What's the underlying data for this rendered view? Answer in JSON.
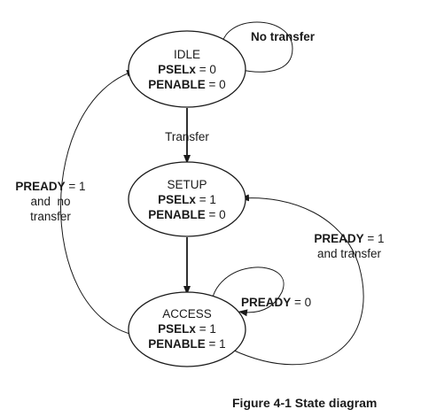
{
  "states": {
    "idle": {
      "name": "IDLE",
      "line1_signal": "PSELx",
      "line1_value": " = 0",
      "line2_signal": "PENABLE",
      "line2_value": " = 0"
    },
    "setup": {
      "name": "SETUP",
      "line1_signal": "PSELx",
      "line1_value": " = 1",
      "line2_signal": "PENABLE",
      "line2_value": " = 0"
    },
    "access": {
      "name": "ACCESS",
      "line1_signal": "PSELx",
      "line1_value": " = 1",
      "line2_signal": "PENABLE",
      "line2_value": " = 1"
    }
  },
  "transitions": {
    "idle_self": {
      "label": "No transfer"
    },
    "idle_to_setup": {
      "label": "Transfer"
    },
    "access_to_idle": {
      "line1_signal": "PREADY",
      "line1_value": " = 1",
      "line2": "and  no",
      "line3": "transfer"
    },
    "access_to_setup": {
      "line1_signal": "PREADY",
      "line1_value": " = 1",
      "line2": "and transfer"
    },
    "access_self": {
      "label_signal": "PREADY",
      "label_value": " = 0"
    }
  },
  "caption": "Figure 4-1 State diagram"
}
